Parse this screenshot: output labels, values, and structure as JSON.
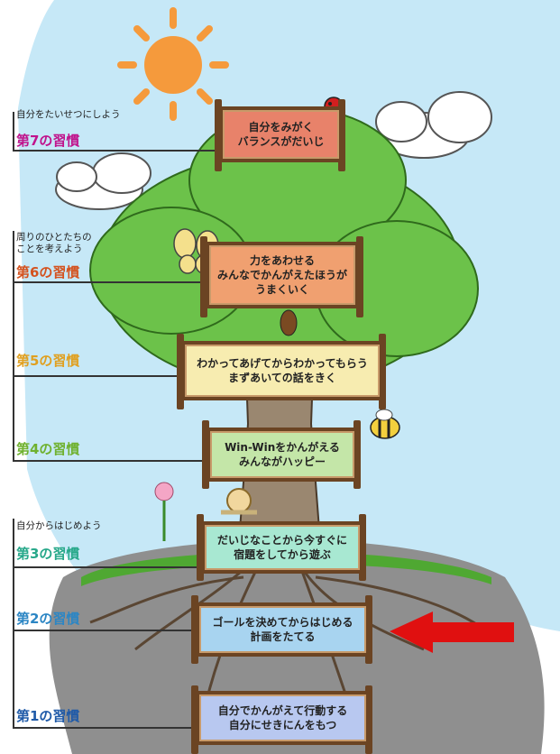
{
  "habits": [
    {
      "title": "第7の習慣",
      "subtitle": "自分をたいせつにしよう",
      "sign_lines": [
        "自分をみがく",
        "バランスがだいじ"
      ],
      "title_color": "#c0138c",
      "sign_color": "#e8826a"
    },
    {
      "title": "第6の習慣",
      "subtitle_lines": [
        "周りのひとたちの",
        "ことを考えよう"
      ],
      "sign_lines": [
        "力をあわせる",
        "みんなでかんがえたほうが",
        "うまくいく"
      ],
      "title_color": "#d4521f",
      "sign_color": "#f0a070"
    },
    {
      "title": "第5の習慣",
      "sign_lines": [
        "わかってあげてからわかってもらう",
        "まずあいての話をきく"
      ],
      "title_color": "#e0a020",
      "sign_color": "#f7ecb0"
    },
    {
      "title": "第4の習慣",
      "sign_lines": [
        "Win-Winをかんがえる",
        "みんながハッピー"
      ],
      "title_color": "#6fb12f",
      "sign_color": "#c4e6a8"
    },
    {
      "title": "第3の習慣",
      "subtitle": "自分からはじめよう",
      "sign_lines": [
        "だいじなことから今すぐに",
        "宿題をしてから遊ぶ"
      ],
      "title_color": "#27a88a",
      "sign_color": "#a8e8d2"
    },
    {
      "title": "第2の習慣",
      "sign_lines": [
        "ゴールを決めてからはじめる",
        "計画をたてる"
      ],
      "title_color": "#2c86c4",
      "sign_color": "#a8d4f0"
    },
    {
      "title": "第1の習慣",
      "sign_lines": [
        "自分でかんがえて行動する",
        "自分にせきにんをもつ"
      ],
      "title_color": "#1f5aa8",
      "sign_color": "#b8c8f0"
    }
  ],
  "colors": {
    "sky": "#bfe4f5",
    "leaves": "#6cc24a",
    "trunk": "#9a8770",
    "ground": "#8c8c8c",
    "arrow": "#e01010",
    "sun": "#f59a3c"
  },
  "icons": [
    "sun-icon",
    "ladybug-icon",
    "butterfly-icon",
    "beetle-icon",
    "bee-icon",
    "snail-icon",
    "flower-icon",
    "red-arrow-icon"
  ]
}
